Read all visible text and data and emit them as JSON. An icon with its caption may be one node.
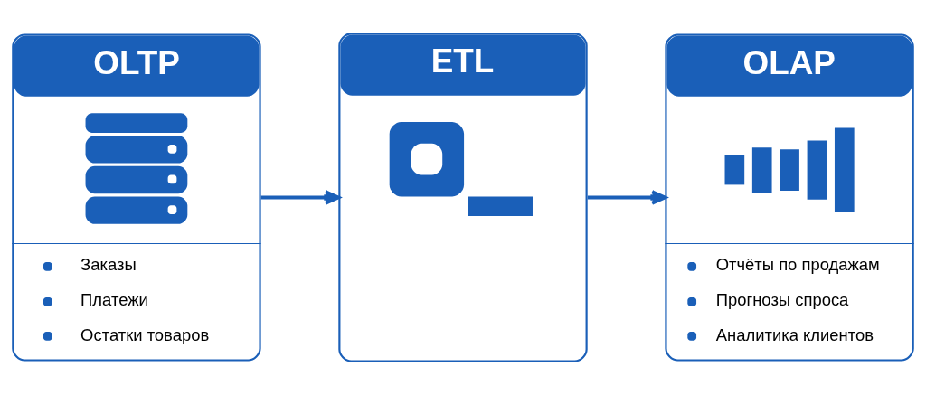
{
  "diagram": {
    "nodes": [
      {
        "text": [
          "OLTP",
          "Заказы",
          "Платежи",
          "Остатки товаров"
        ]
      },
      {
        "text": [
          "ETL"
        ]
      },
      {
        "text": [
          "OLAP",
          "Отчёты по продажам",
          "Прогнозы спроса",
          "Аналитика клиентов"
        ]
      }
    ],
    "edges": [
      {
        "from": 0,
        "to": 1,
        "arrow": "to"
      },
      {
        "from": 1,
        "to": 2,
        "arrow": "to"
      }
    ]
  }
}
